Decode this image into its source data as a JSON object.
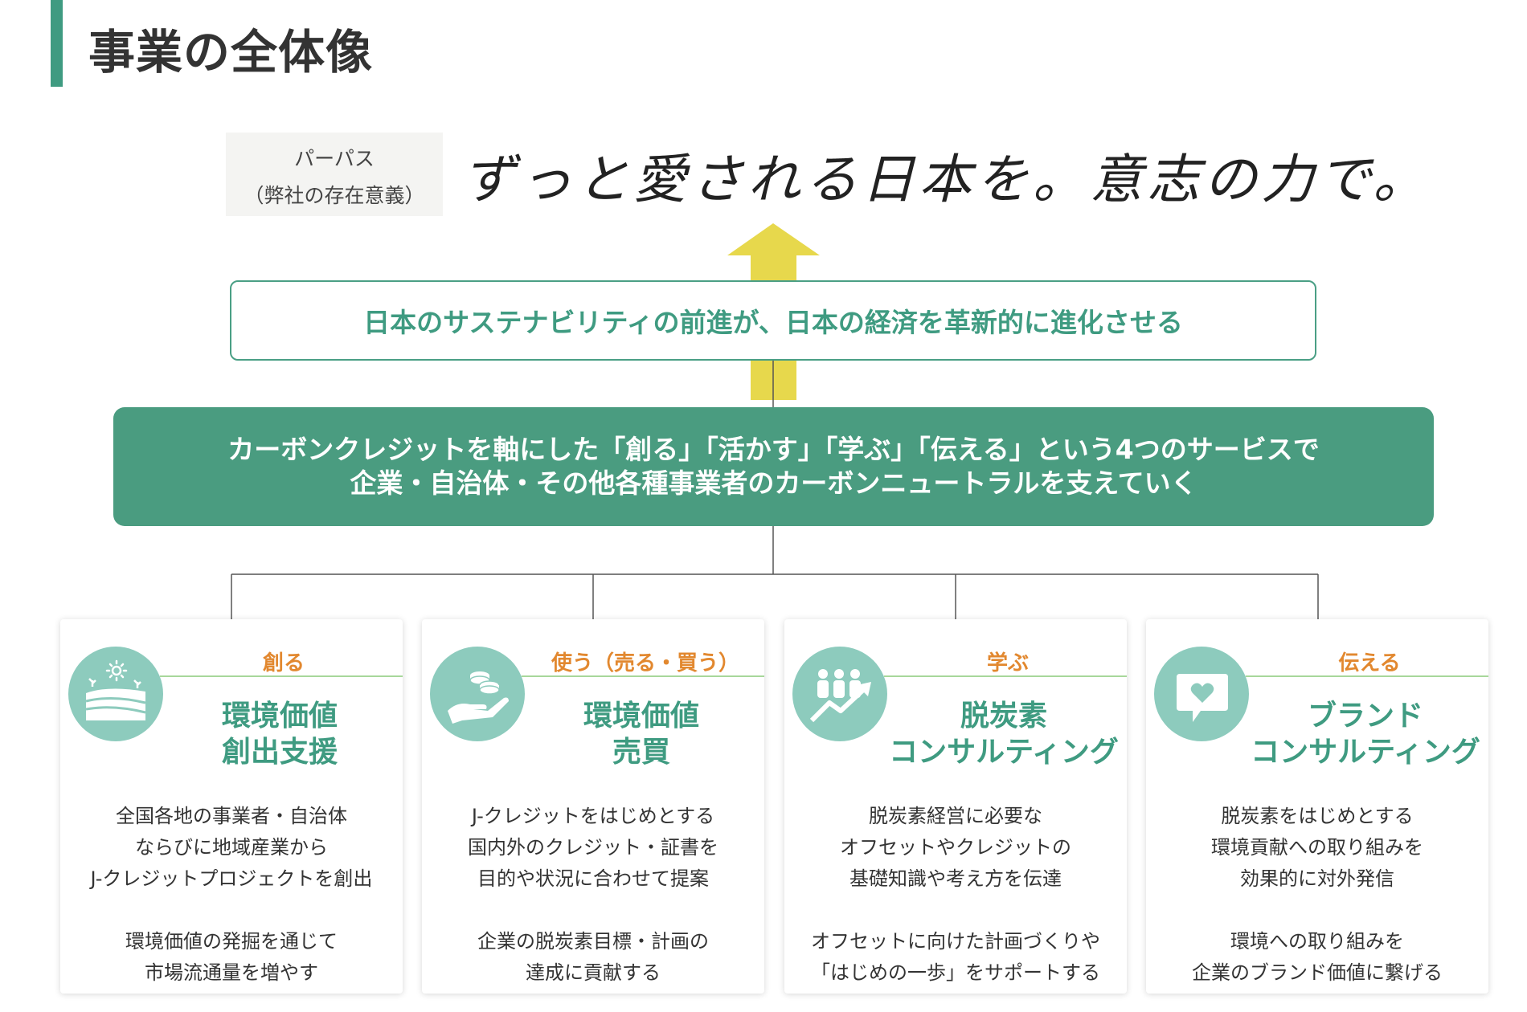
{
  "page_title": "事業の全体像",
  "colors": {
    "accent_green": "#3f9b81",
    "mission_fill": "#4a9c80",
    "arrow_yellow": "#e7d84c",
    "tag_orange": "#e2882f",
    "icon_circle": "#8dcbbd"
  },
  "purpose": {
    "label": "パーパス",
    "sublabel": "（弊社の存在意義）",
    "statement": "ずっと愛される日本を。意志の力で。"
  },
  "vision": {
    "text": "日本のサステナビリティの前進が、日本の経済を革新的に進化させる"
  },
  "mission": {
    "line1": "カーボンクレジットを軸にした「創る」「活かす」「学ぶ」「伝える」という4つのサービスで",
    "line2": "企業・自治体・その他各種事業者のカーボンニュートラルを支えていく"
  },
  "services": [
    {
      "tag": "創る",
      "icon": "farmland-sun-icon",
      "title_line1": "環境価値",
      "title_line2": "創出支援",
      "desc": [
        "全国各地の事業者・自治体",
        "ならびに地域産業から",
        "J-クレジットプロジェクトを創出",
        "",
        "環境価値の発掘を通じて",
        "市場流通量を増やす"
      ]
    },
    {
      "tag": "使う（売る・買う）",
      "icon": "hand-coins-icon",
      "title_line1": "環境価値",
      "title_line2": "売買",
      "desc": [
        "J-クレジットをはじめとする",
        "国内外のクレジット・証書を",
        "目的や状況に合わせて提案",
        "",
        "企業の脱炭素目標・計画の",
        "達成に貢献する"
      ]
    },
    {
      "tag": "学ぶ",
      "icon": "people-growth-icon",
      "title_line1": "脱炭素",
      "title_line2": "コンサルティング",
      "desc": [
        "脱炭素経営に必要な",
        "オフセットやクレジットの",
        "基礎知識や考え方を伝達",
        "",
        "オフセットに向けた計画づくりや",
        "「はじめの一歩」をサポートする"
      ]
    },
    {
      "tag": "伝える",
      "icon": "heart-speech-bubble-icon",
      "title_line1": "ブランド",
      "title_line2": "コンサルティング",
      "desc": [
        "脱炭素をはじめとする",
        "環境貢献への取り組みを",
        "効果的に対外発信",
        "",
        "環境への取り組みを",
        "企業のブランド価値に繋げる"
      ]
    }
  ]
}
